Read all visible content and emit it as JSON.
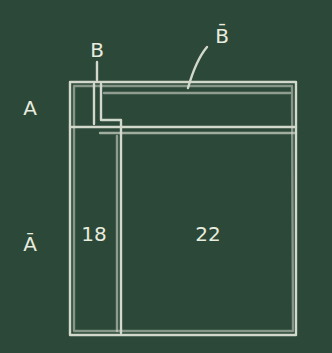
{
  "diagram": {
    "nodes": [
      {
        "text": [
          "18"
        ]
      },
      {
        "text": [
          "22"
        ]
      }
    ],
    "labels": [
      "B",
      "B̄",
      "A",
      "Ā"
    ]
  }
}
